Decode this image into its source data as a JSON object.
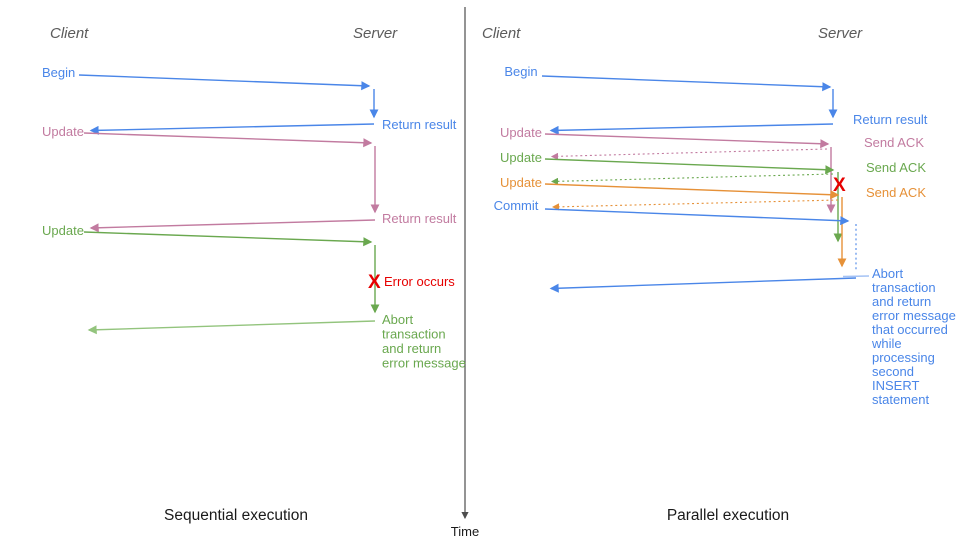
{
  "colors": {
    "blue": "#4a86e8",
    "lightblue": "#a4c2f4",
    "pink": "#c27ba0",
    "green": "#6aa84f",
    "lightgreen": "#93c47d",
    "orange": "#e69138",
    "red": "#e60000",
    "axis": "#4d4d4d",
    "header": "#5b5b5b",
    "title": "#1a1a1a"
  },
  "axis": {
    "label": "Time"
  },
  "sequential": {
    "title": "Sequential execution",
    "client": "Client",
    "server": "Server",
    "begin": "Begin",
    "return1": "Return result",
    "update1": "Update",
    "return2": "Return result",
    "update2": "Update",
    "error_x": "X",
    "error": "Error occurs",
    "abort_lines": [
      "Abort",
      "transaction",
      "and return",
      "error message"
    ]
  },
  "parallel": {
    "title": "Parallel execution",
    "client": "Client",
    "server": "Server",
    "begin": "Begin",
    "return1": "Return result",
    "update1": "Update",
    "ack1": "Send ACK",
    "update2": "Update",
    "ack2": "Send ACK",
    "update3": "Update",
    "ack3": "Send ACK",
    "commit": "Commit",
    "error_x": "X",
    "abort_lines": [
      "Abort",
      "transaction",
      "and return",
      "error message",
      "that occurred",
      "while",
      "processing",
      "second",
      "INSERT",
      "statement"
    ]
  }
}
